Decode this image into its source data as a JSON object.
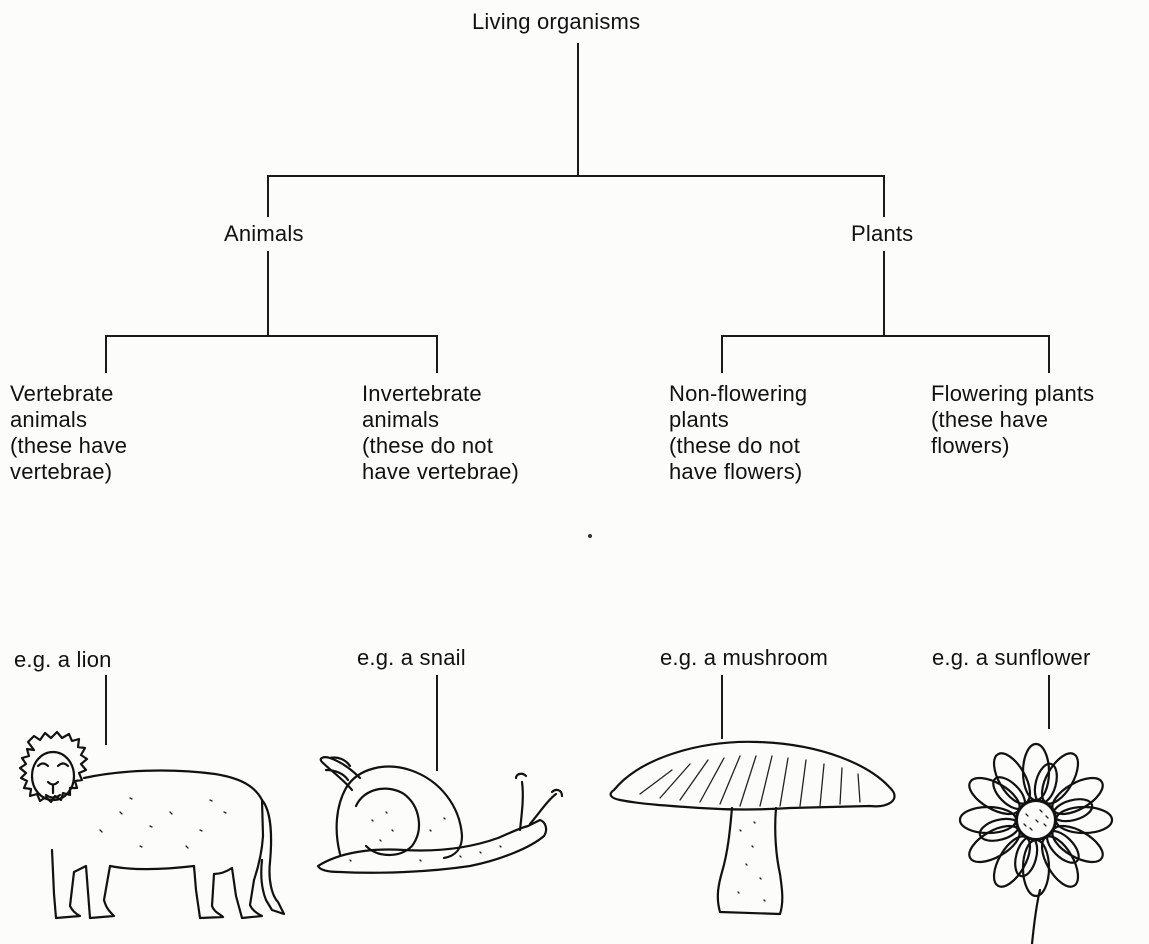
{
  "root": {
    "label": "Living organisms"
  },
  "branches": {
    "animals": {
      "label": "Animals"
    },
    "plants": {
      "label": "Plants"
    }
  },
  "categories": [
    {
      "lines": [
        "Vertebrate",
        "animals",
        "(these have",
        "vertebrae)"
      ],
      "example": "e.g. a lion",
      "icon": "lion-icon"
    },
    {
      "lines": [
        "Invertebrate",
        "animals",
        "(these do not",
        "have vertebrae)"
      ],
      "example": "e.g. a snail",
      "icon": "snail-icon"
    },
    {
      "lines": [
        "Non-flowering",
        "plants",
        "(these do not",
        "have flowers)"
      ],
      "example": "e.g. a mushroom",
      "icon": "mushroom-icon"
    },
    {
      "lines": [
        "Flowering plants",
        "(these have",
        "flowers)"
      ],
      "example": "e.g. a sunflower",
      "icon": "sunflower-icon"
    }
  ]
}
